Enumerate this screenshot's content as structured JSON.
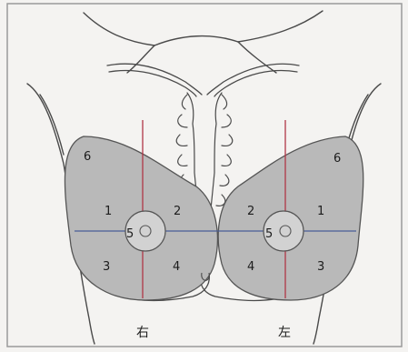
{
  "diagram": {
    "right_breast": {
      "side_label": "右",
      "zones": [
        "1",
        "2",
        "3",
        "4",
        "5",
        "6"
      ]
    },
    "left_breast": {
      "side_label": "左",
      "zones": [
        "1",
        "2",
        "3",
        "4",
        "5",
        "6"
      ]
    },
    "colors": {
      "paper": "#f4f3f1",
      "frame": "#9a9a9a",
      "outline": "#4a4a4a",
      "breast_fill": "#b9b9b9",
      "areola_fill": "#d2d2d2",
      "quadrant_line_red": "#b03646",
      "quadrant_line_blue": "#4a5e98"
    }
  }
}
